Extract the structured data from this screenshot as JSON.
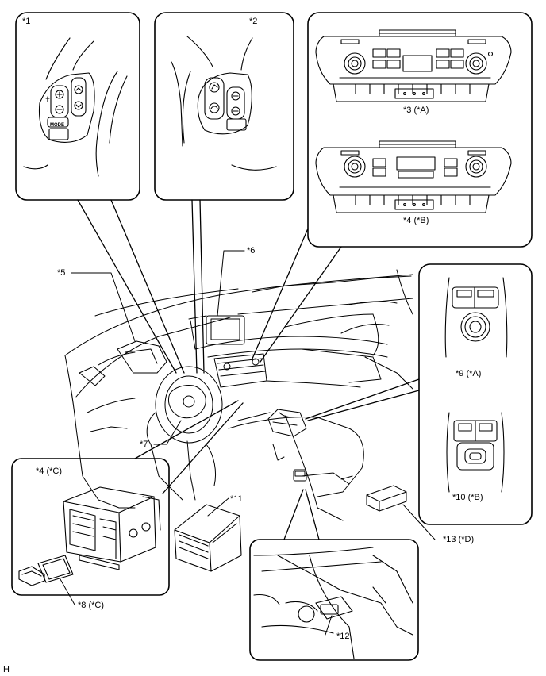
{
  "labels": {
    "c1": "*1",
    "c2": "*2",
    "c3": "*3 (*A)",
    "c4b": "*4 (*B)",
    "c5": "*5",
    "c6": "*6",
    "c7": "*7",
    "c9": "*9 (*A)",
    "c10": "*10 (*B)",
    "c4c": "*4 (*C)",
    "c11": "*11",
    "c8": "*8 (*C)",
    "c12": "*12",
    "c13": "*13 (*D)",
    "mode": "MODE",
    "corner": "H"
  }
}
